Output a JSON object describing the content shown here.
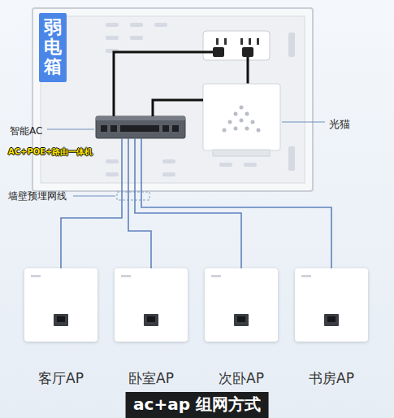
{
  "diagram": {
    "caption": "ac+ap 组网方式",
    "nodes": [
      {
        "text": [
          "弱电箱"
        ]
      },
      {
        "text": [
          "智能AC",
          "AC+POE+路由一体机"
        ],
        "in": 0
      },
      {
        "text": [
          "光猫"
        ],
        "in": 0
      },
      {
        "text": [
          "客厅AP"
        ]
      },
      {
        "text": [
          "卧室AP"
        ]
      },
      {
        "text": [
          "次卧AP"
        ]
      },
      {
        "text": [
          "书房AP"
        ]
      }
    ],
    "edges": [
      {
        "from": 1,
        "to": 3,
        "arrow": "none"
      },
      {
        "from": 1,
        "to": 4,
        "arrow": "none"
      },
      {
        "from": 1,
        "to": 5,
        "arrow": "none"
      },
      {
        "from": 1,
        "to": 6,
        "arrow": "none"
      },
      {
        "from": 2,
        "to": 1,
        "arrow": "none"
      }
    ],
    "labels": [
      "墙壁预埋网线"
    ]
  }
}
